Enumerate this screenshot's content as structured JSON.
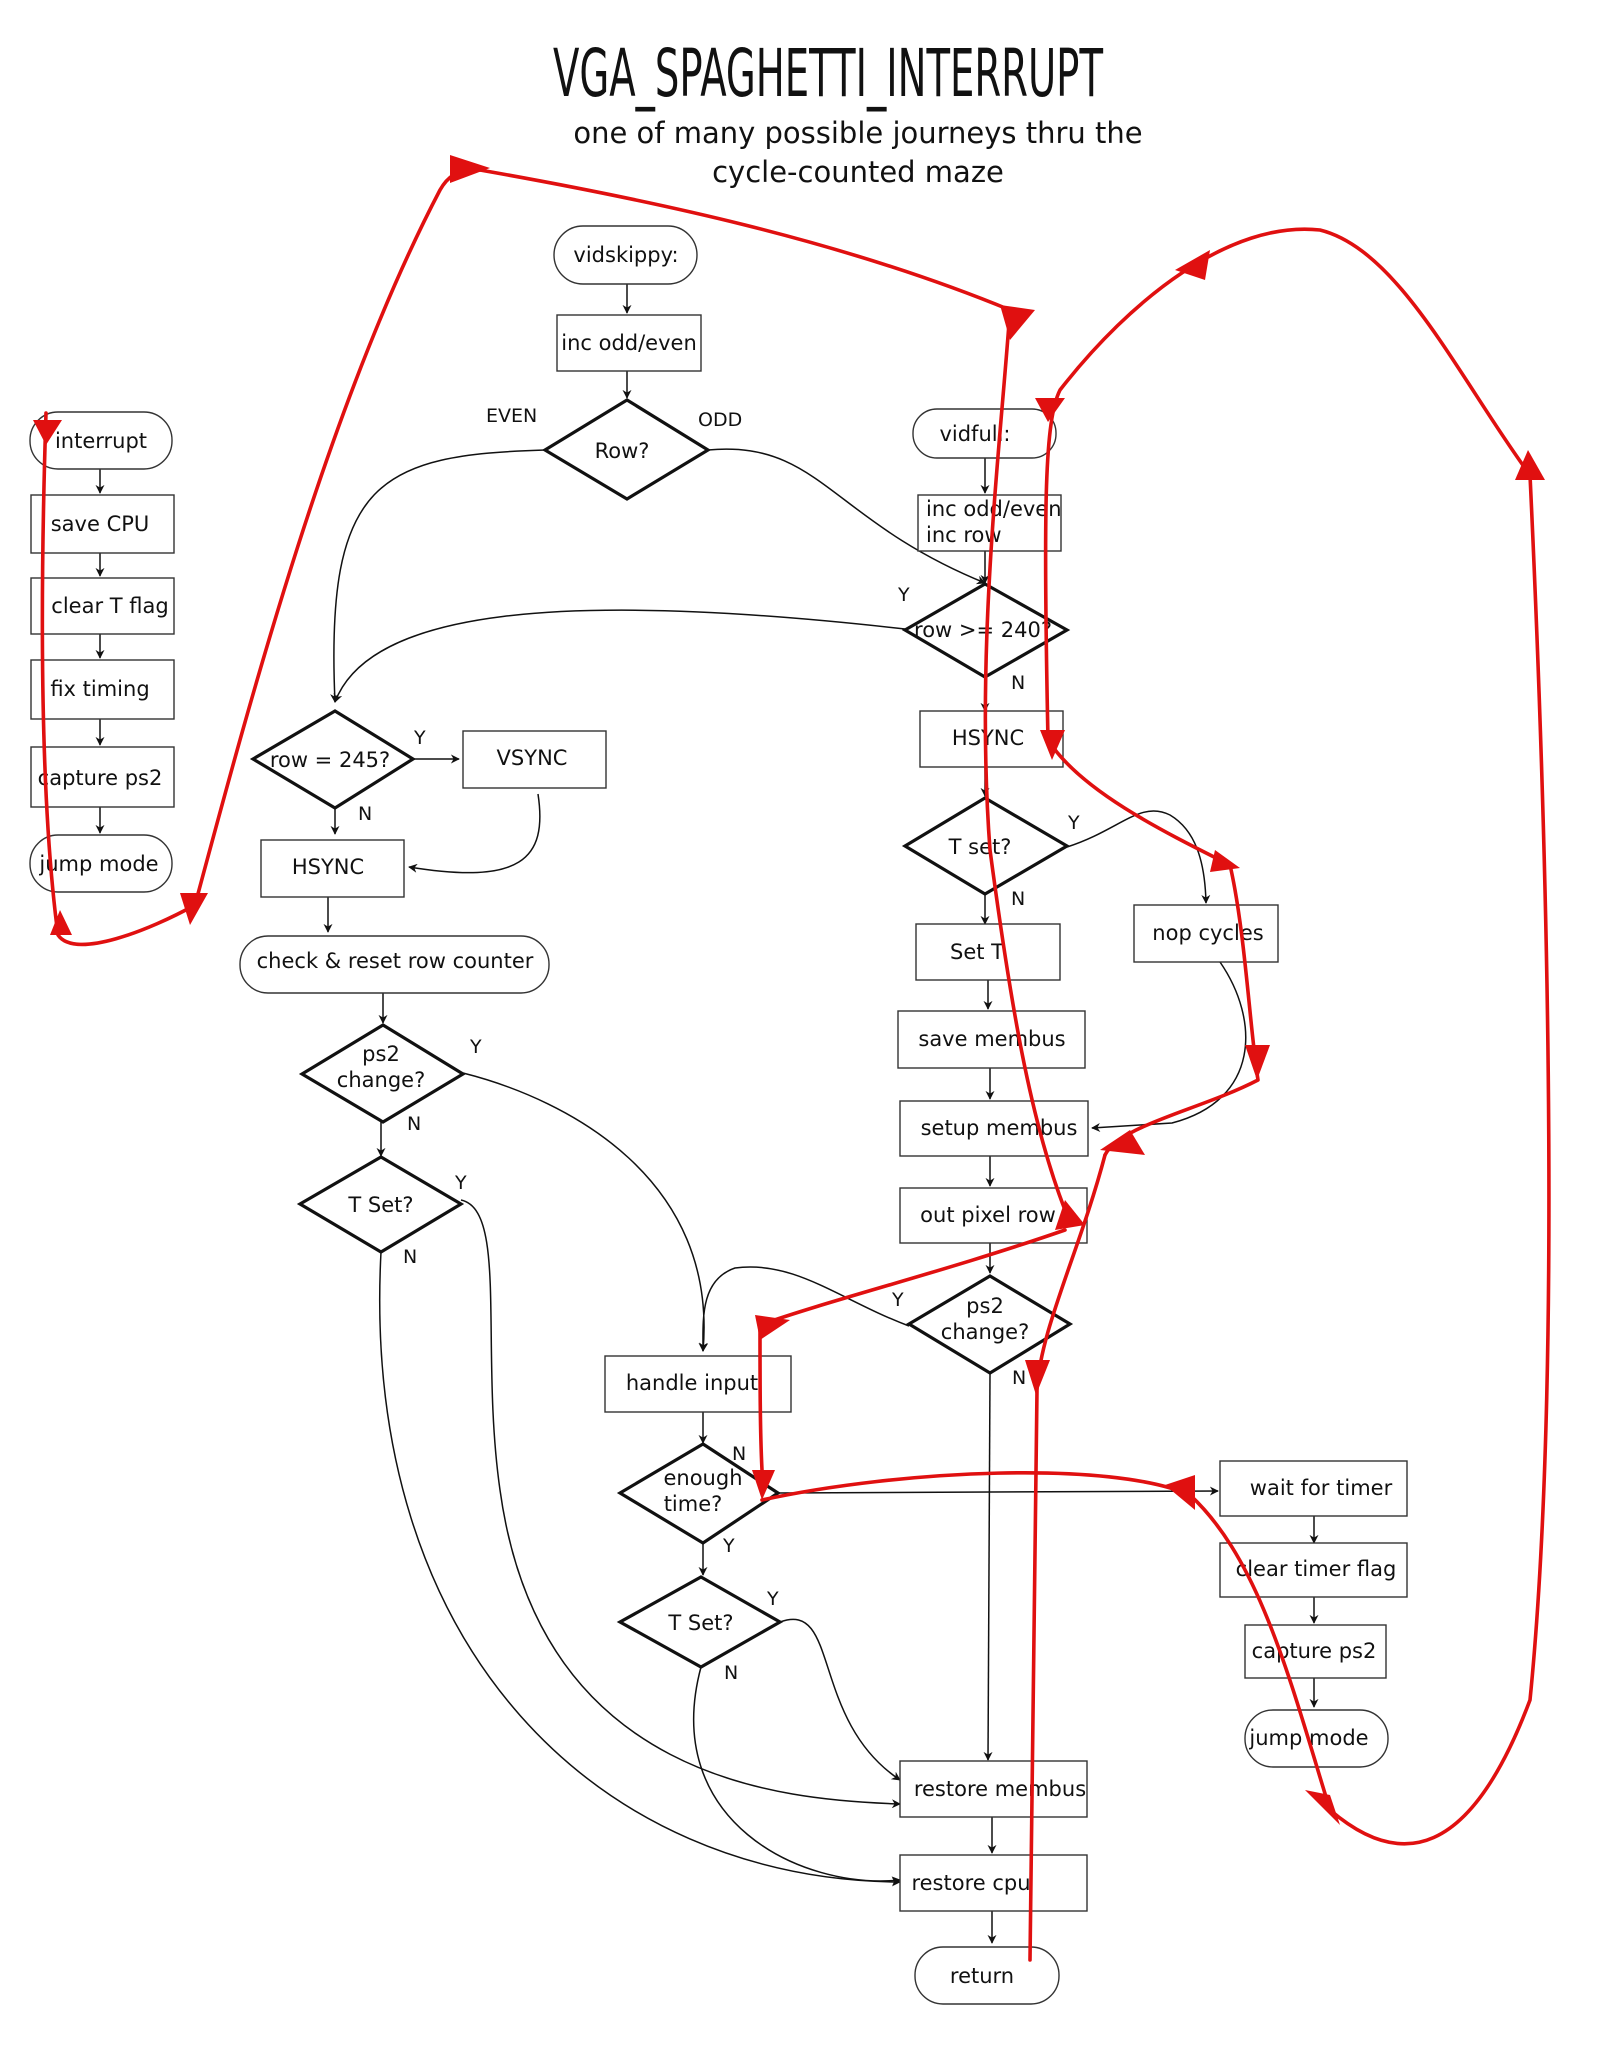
{
  "title": "VGA_SPAGHETTI_INTERRUPT",
  "subtitle": [
    "one of many possible journeys thru the",
    "cycle-counted maze"
  ],
  "colors": {
    "red_path": "#e01010",
    "lines": "#111111",
    "background": "#ffffff"
  },
  "nodes": {
    "interrupt": "interrupt",
    "save_cpu": "save CPU",
    "clear_t_flag": "clear T flag",
    "fix_timing": "fix timing",
    "capture_ps2_left": "capture ps2",
    "jump_mode_left": "jump mode",
    "vidskippy": "vidskippy:",
    "inc_odd_even_skip": "inc odd/even",
    "row_question": "Row?",
    "row_245": "row = 245?",
    "vsync": "VSYNC",
    "hsync_left": "HSYNC",
    "check_reset": "check & reset row counter",
    "ps2_change_left": [
      "ps2",
      "change?"
    ],
    "t_set_left": "T Set?",
    "vidfull": "vidfull:",
    "inc_odd_even_full": [
      "inc odd/even",
      "inc row"
    ],
    "row_240": "row >= 240?",
    "hsync_right": "HSYNC",
    "t_set_right": "T set?",
    "set_t": "Set T",
    "nop_cycles": "nop cycles",
    "save_membus": "save membus",
    "setup_membus": "setup membus",
    "out_pixel_row": "out pixel row",
    "ps2_change_right": [
      "ps2",
      "change?"
    ],
    "handle_input": "handle input",
    "enough_time": [
      "enough",
      "time?"
    ],
    "t_set_bottom": "T Set?",
    "restore_membus": "restore membus",
    "restore_cpu": "restore cpu",
    "return": "return",
    "wait_for_timer": "wait for timer",
    "clear_timer_flag": "clear timer flag",
    "capture_ps2_right": "capture ps2",
    "jump_mode_right": "jump mode"
  },
  "branch_labels": {
    "even": "EVEN",
    "odd": "ODD",
    "y_row240": "Y",
    "n_row240": "N",
    "y_row245": "Y",
    "n_row245": "N",
    "y_tset_right": "Y",
    "n_tset_right": "N",
    "y_ps2_left": "Y",
    "n_ps2_left": "N",
    "y_tset_left": "Y",
    "n_tset_left": "N",
    "y_ps2_right": "Y",
    "n_ps2_right": "N",
    "n_enough": "N",
    "y_enough": "Y",
    "y_tset_bottom": "Y",
    "n_tset_bottom": "N"
  }
}
